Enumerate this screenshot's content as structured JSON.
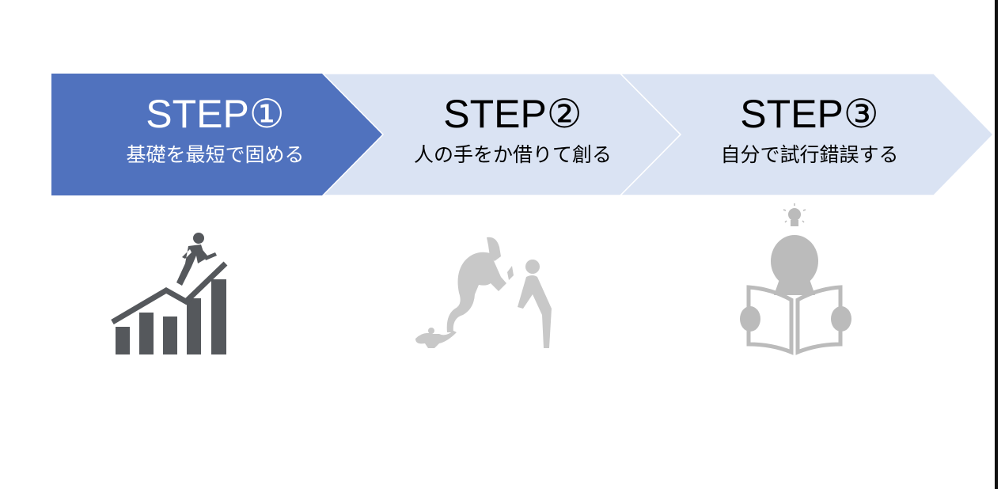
{
  "steps": [
    {
      "title": "STEP①",
      "subtitle": "基礎を最短で固める",
      "active": true
    },
    {
      "title": "STEP②",
      "subtitle": "人の手をか借りて創る",
      "active": false
    },
    {
      "title": "STEP③",
      "subtitle": "自分で試行錯誤する",
      "active": false
    }
  ],
  "colors": {
    "active": "#5072be",
    "inactive": "#dae3f3",
    "icon_dark": "#55585c",
    "icon_light": "#c8c8c8"
  },
  "icons": [
    "growth-chart-runner-icon",
    "genie-lamp-icon",
    "reading-idea-icon"
  ]
}
